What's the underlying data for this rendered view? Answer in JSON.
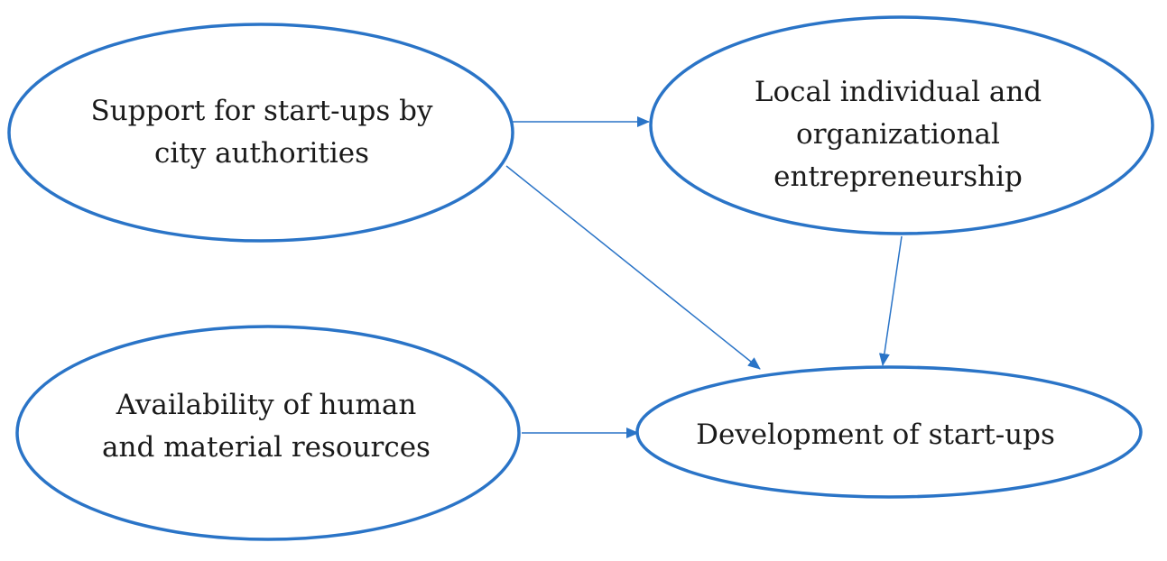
{
  "nodes": {
    "support": {
      "lines": [
        "Support for start-ups by",
        "city authorities"
      ]
    },
    "entrepreneurship": {
      "lines": [
        "Local individual and",
        "organizational",
        "entrepreneurship"
      ]
    },
    "resources": {
      "lines": [
        "Availability of human",
        "and material resources"
      ]
    },
    "development": {
      "lines": [
        "Development of start-ups"
      ]
    }
  },
  "edges": [
    {
      "from": "support",
      "to": "entrepreneurship"
    },
    {
      "from": "support",
      "to": "development"
    },
    {
      "from": "entrepreneurship",
      "to": "development"
    },
    {
      "from": "resources",
      "to": "development"
    }
  ],
  "colors": {
    "stroke": "#2a74c7",
    "text": "#1a1a1a"
  }
}
